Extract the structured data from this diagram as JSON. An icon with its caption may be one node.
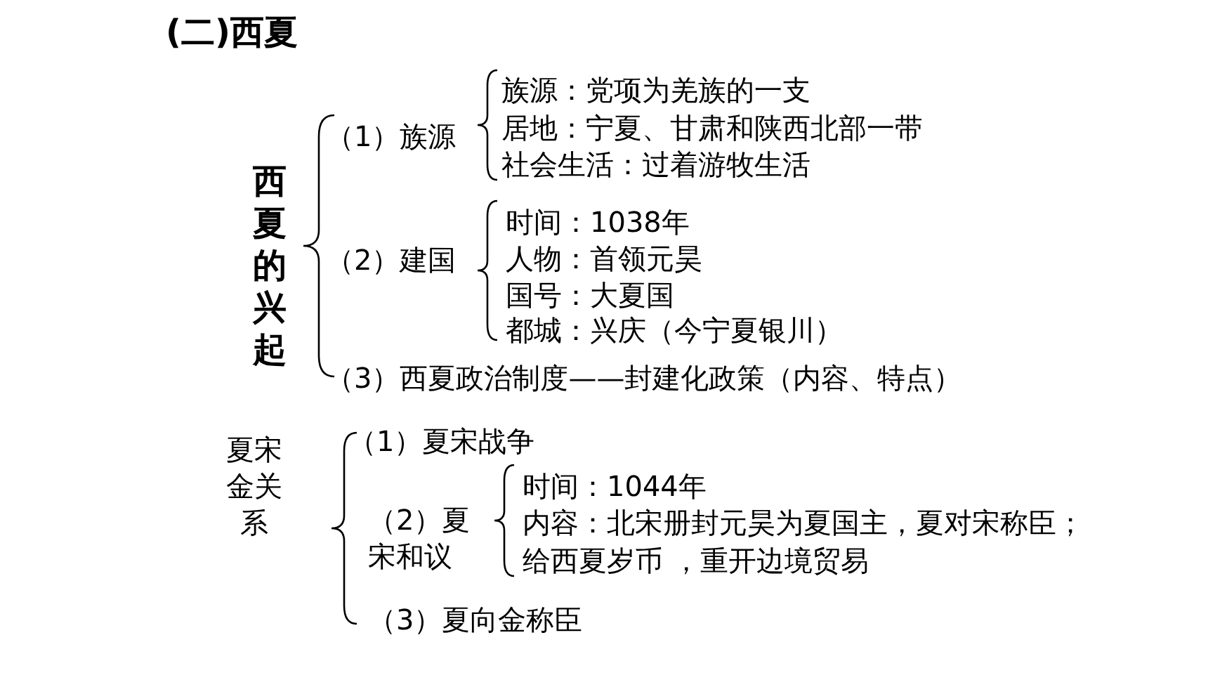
{
  "diagram": {
    "title": "(二)西夏",
    "labels": [
      "西夏的兴起",
      "（1）族源",
      "族源：党项为羌族的一支",
      "居地：宁夏、甘肃和陕西北部一带",
      "社会生活：过着游牧生活",
      "（2）建国",
      "时间：1038年",
      "人物：首领元昊",
      "国号：大夏国",
      "都城：兴庆（今宁夏银川）",
      "（3）西夏政治制度——封建化政策（内容、特点）",
      "夏宋金关系",
      "（1）夏宋战争",
      "（2）夏宋和议",
      "时间：1044年",
      "内容：北宋册封元昊为夏国主，夏对宋称臣；给西夏岁币 ，重开边境贸易",
      "（3）夏向金称臣"
    ]
  }
}
